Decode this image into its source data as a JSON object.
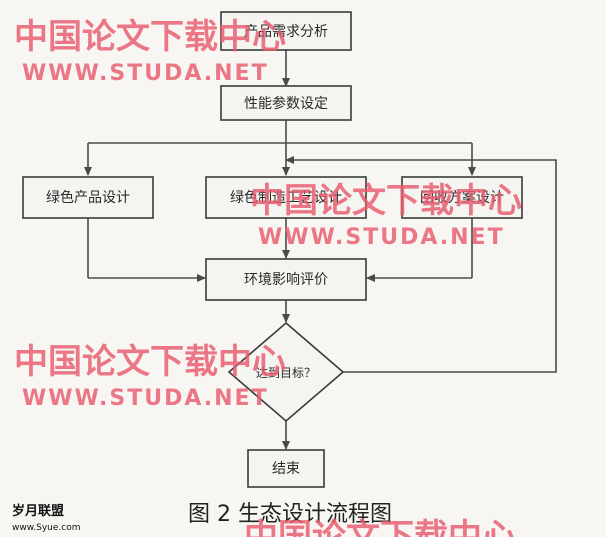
{
  "diagram": {
    "nodes": {
      "requirements": "产品需求分析",
      "performance": "性能参数设定",
      "green_product": "绿色产品设计",
      "green_process": "绿色制造工艺设计",
      "recycling": "回收方案设计",
      "environment": "环境影响评价",
      "decision": "达到目标？",
      "end": "结束"
    },
    "caption": "图 2  生态设计流程图"
  },
  "watermarks": {
    "cn": "中国论文下载中心",
    "en": "WWW.STUDA.NET"
  },
  "logo": {
    "cn": "岁月联盟",
    "en": "www.Syue.com"
  }
}
